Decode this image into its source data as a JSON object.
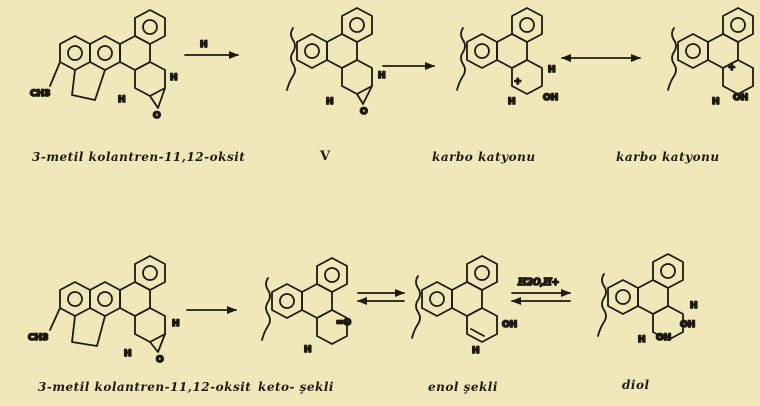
{
  "row1": {
    "labels": {
      "start": "3-metil kolantren-11,12-oksit",
      "intermediate": "V",
      "carbo1": "karbo katyonu",
      "carbo2": "karbo katyonu"
    },
    "arrow1_condition": "H"
  },
  "row2": {
    "labels": {
      "start": "3-metil kolantren-11,12-oksit",
      "keto": "keto- şekli",
      "enol": "enol şekli",
      "diol": "diol"
    },
    "arrow3_condition": "H2O,H+"
  },
  "atoms": {
    "methyl": "CH3",
    "hydrogen": "H",
    "oxygen": "O",
    "hydroxyl": "OH",
    "carbonyl": "=O",
    "plus": "+"
  },
  "colors": {
    "paper": "#f1e8b9",
    "ink": "#1d1a14"
  }
}
